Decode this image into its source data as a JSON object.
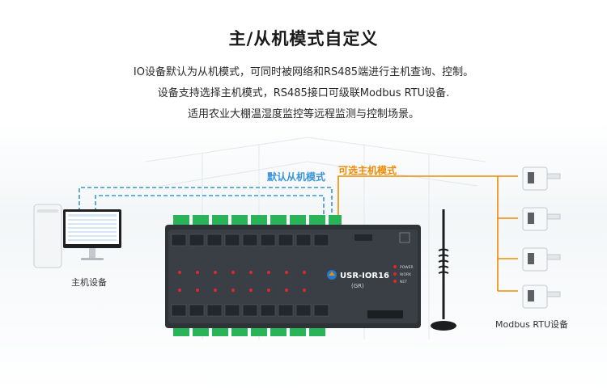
{
  "title": "主/从机模式自定义",
  "description": [
    "IO设备默认为从机模式，可同时被网络和RS485端进行主机查询、控制。",
    "设备支持选择主机模式，RS485接口可级联Modbus RTU设备.",
    "适用农业大棚温湿度监控等远程监测与控制场景。"
  ],
  "labels": {
    "slave_mode": "默认从机模式",
    "master_mode": "可选主机模式",
    "host_device": "主机设备",
    "modbus_devices": "Modbus RTU设备"
  },
  "device": {
    "model": "USR-IOR16",
    "variant": "(GR)",
    "status_lights": [
      "POWER",
      "WORK",
      "NET"
    ]
  },
  "colors": {
    "slave_line": "#3a95d8",
    "master_line": "#f08a00",
    "device_body": "#2e3338",
    "terminal_green": "#2bb35a"
  }
}
